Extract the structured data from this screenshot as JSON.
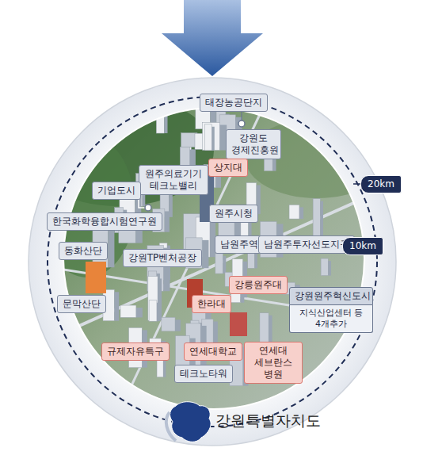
{
  "diagram": {
    "nodes": [
      {
        "text": [
          "태장농공단지"
        ]
      },
      {
        "text": [
          "강원도 경제진흥원"
        ]
      },
      {
        "text": [
          "원주의료기기 테크노밸리"
        ]
      },
      {
        "text": [
          "상지대"
        ]
      },
      {
        "text": [
          "20km"
        ]
      },
      {
        "text": [
          "기업도시"
        ]
      },
      {
        "text": [
          "원주시청"
        ]
      },
      {
        "text": [
          "한국화학융합시험연구원"
        ]
      },
      {
        "text": [
          "동화산단"
        ]
      },
      {
        "text": [
          "남원주역"
        ]
      },
      {
        "text": [
          "남원주투자선도지구"
        ]
      },
      {
        "text": [
          "10km"
        ]
      },
      {
        "text": [
          "강원TP벤처공장"
        ]
      },
      {
        "text": [
          "강릉원주대"
        ]
      },
      {
        "text": [
          "한라대"
        ]
      },
      {
        "text": [
          "강원원주혁신도시",
          "지식산업센터 등 4개추가"
        ]
      },
      {
        "text": [
          "문막산단"
        ]
      },
      {
        "text": [
          "규제자유특구"
        ]
      },
      {
        "text": [
          "연세대학교"
        ]
      },
      {
        "text": [
          "연세대 세브란스 병원"
        ]
      },
      {
        "text": [
          "테크노타워"
        ]
      }
    ],
    "labels": [
      "강원특별자치도"
    ]
  }
}
